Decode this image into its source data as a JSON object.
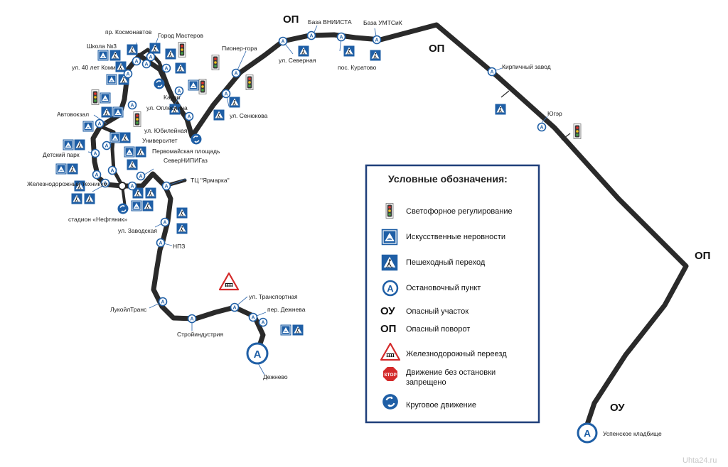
{
  "route": {
    "start_stop": "Дежнево",
    "end_stop": "Успенское кладбище"
  },
  "stops": {
    "kosmonavtov": "пр. Космонавтов",
    "gorod_masterov": "Город Мастеров",
    "shkola3": "Школа №3",
    "let40komi": "ул. 40 лет Коми",
    "kauri": "Каури",
    "oplesnina": "ул. Оплеснина",
    "avtovokzal": "Автовокзал",
    "yubileynaya": "ул. Юбилейная",
    "universitet": "Университет",
    "detsky_park": "Детский парк",
    "pervomayskaya": "Первомайская площадь",
    "severnipigaz": "СеверНИПИГаз",
    "zhd_tekhnikum": "Железнодорожный техникум",
    "tts_yarmarka": "ТЦ \"Ярмарка\"",
    "stadion": "стадион «Нефтяник»",
    "zavodskaya": "ул. Заводская",
    "npz": "НПЗ",
    "lukoyltrans": "ЛукойлТранс",
    "stroyindustriya": "Стройиндустрия",
    "transportnaya": "ул. Транспортная",
    "dezhneva": "пер. Дежнева",
    "dezhnevo": "Дежнево",
    "pioner_gora": "Пионер-гора",
    "senyukova": "ул. Сенюкова",
    "severnaya": "ул. Северная",
    "baza_vniista": "База ВНИИСТА",
    "baza_umtsik": "База УМТСиК",
    "kuratovo": "пос. Куратово",
    "kirpichny": "Кирпичный завод",
    "yuger": "Югэр",
    "uspenskoe": "Успенское кладбище"
  },
  "hazards": {
    "op": "ОП",
    "ou": "ОУ"
  },
  "legend": {
    "title": "Условные обозначения:",
    "items": {
      "traffic_light": "Светофорное регулирование",
      "speed_bump": "Искусственные неровности",
      "crosswalk": "Пешеходный переход",
      "bus_stop": "Остановочный пункт",
      "ou_code": "ОУ",
      "ou": "Опасный участок",
      "op_code": "ОП",
      "op": "Опасный поворот",
      "railway": "Железнодорожный переезд",
      "stop_line1": "Движение без остановки",
      "stop_line2": "запрещено",
      "stop_sign_text": "STOP",
      "roundabout": "Круговое движение",
      "bus_letter": "A"
    }
  },
  "watermark": "Uhta24.ru",
  "colors": {
    "road": "#2a2a2a",
    "sign_blue": "#1f5fa6",
    "stop_red": "#d42a2a",
    "legend_border": "#1f3f7a"
  }
}
